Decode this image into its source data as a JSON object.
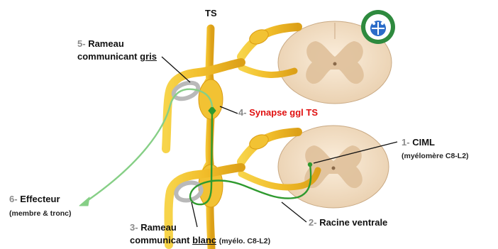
{
  "labels": {
    "ts": "TS",
    "l5_num": "5-",
    "l5_line1": "Rameau",
    "l5_line2_a": "communicant ",
    "l5_line2_b": "gris",
    "l4_num": "4-",
    "l4_text": "Synapse ggl TS",
    "l1_num": "1-",
    "l1_text": "CIML",
    "l1_sub": "(myélomère C8-L2)",
    "l6_num": "6-",
    "l6_text": "Effecteur",
    "l6_sub": "(membre & tronc)",
    "l3_num": "3-",
    "l3_line1": "Rameau",
    "l3_line2_a": "communicant ",
    "l3_line2_b": "blanc",
    "l3_sub": "(myélo. C8-L2)",
    "l2_num": "2-",
    "l2_text": "Racine ventrale"
  },
  "colors": {
    "nerve": "#f2c233",
    "nerve_dark": "#d99a12",
    "fiber": "#3aa53a",
    "fiber_light": "#86cf86",
    "cord": "#f3dfc2",
    "grey_matter": "#e5c9a3",
    "accent_red": "#e01010"
  }
}
